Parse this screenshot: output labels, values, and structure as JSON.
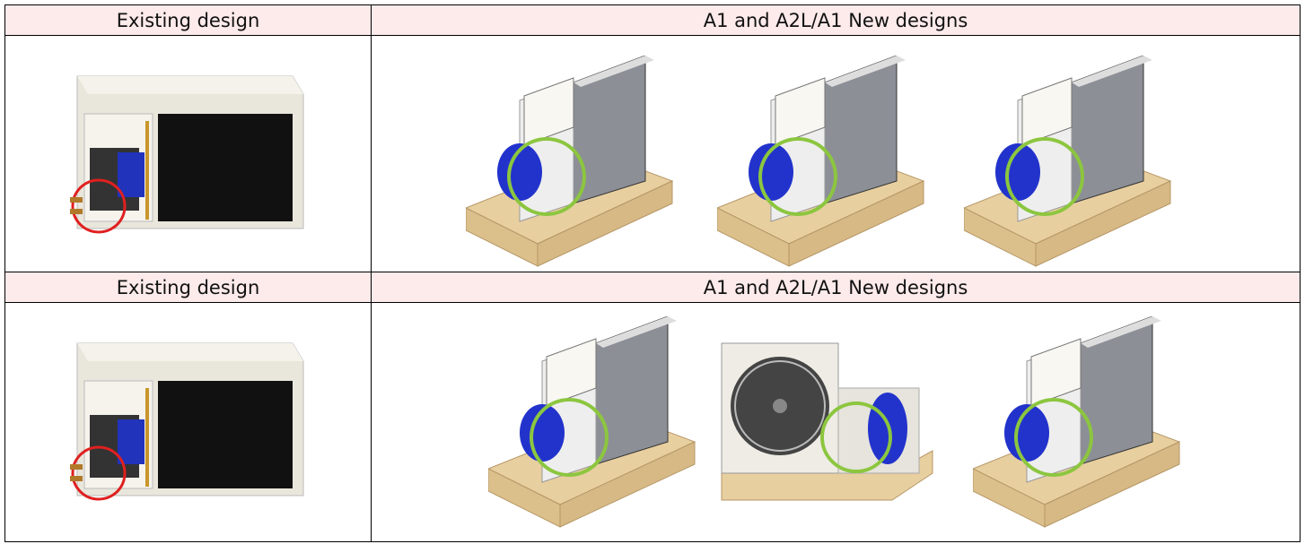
{
  "rows": [
    {
      "left_header": "Existing design",
      "right_header": "A1 and A2L/A1 New designs"
    },
    {
      "left_header": "Existing design",
      "right_header": "A1 and A2L/A1 New designs"
    }
  ],
  "colors": {
    "header_bg": "#fdeaea",
    "existing_marker": "#e02020",
    "new_marker": "#8cc63f"
  }
}
